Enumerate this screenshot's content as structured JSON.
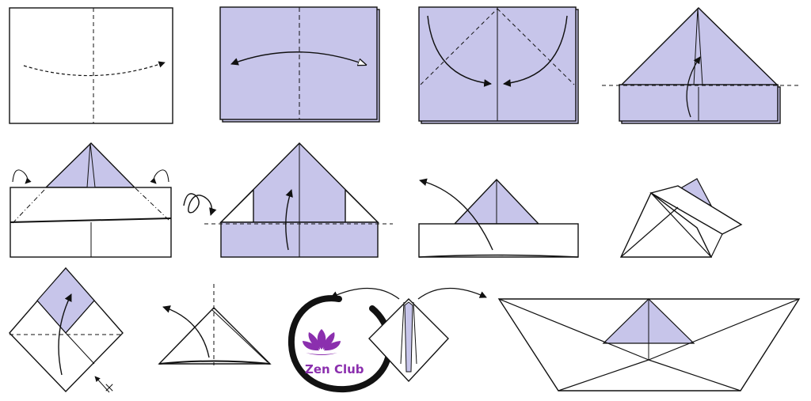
{
  "colors": {
    "paper_color": "#c7c5ea",
    "paper_back": "#ffffff",
    "line": "#111111",
    "logo_ink": "#121212",
    "logo_accent": "#8b2fae"
  },
  "logo": {
    "text": "Zen Club",
    "icon": "lotus-icon"
  },
  "steps": [
    {
      "id": 1,
      "icon": "arrow-icon"
    },
    {
      "id": 2,
      "icon": "double-arrow-icon"
    },
    {
      "id": 3,
      "icon": "curved-arrow-icon"
    },
    {
      "id": 4,
      "icon": "fold-up-arrow-icon"
    },
    {
      "id": 5,
      "icon": "tuck-arrow-icon"
    },
    {
      "id": 6,
      "icon": "turn-over-icon"
    },
    {
      "id": 7,
      "icon": "fold-up-arrow-icon"
    },
    {
      "id": 8,
      "icon": "open-arrow-icon"
    },
    {
      "id": 9,
      "icon": "fold-arrow-icon"
    },
    {
      "id": 10,
      "icon": "fold-arrow-icon"
    },
    {
      "id": 11,
      "icon": "pull-apart-arrows-icon"
    },
    {
      "id": 12,
      "icon": "paper-boat-icon"
    }
  ]
}
